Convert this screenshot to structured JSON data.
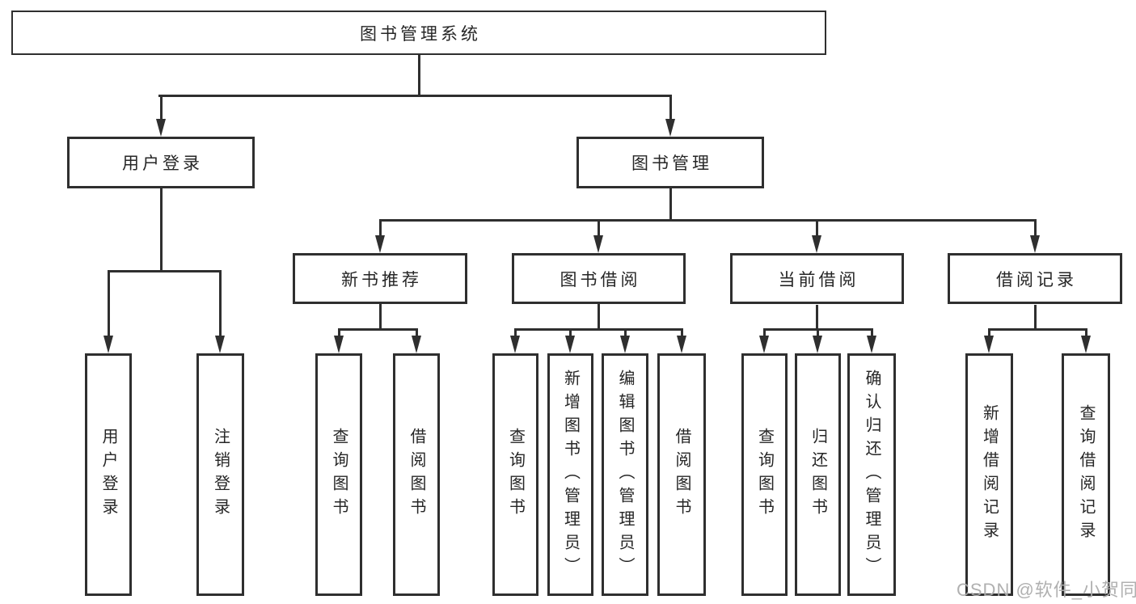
{
  "diagram": {
    "type": "tree",
    "title": "图书管理系统",
    "colors": {
      "line": "#2f2f2f",
      "text": "#262626",
      "background": "#ffffff",
      "watermark": "#acacac"
    },
    "root": {
      "label": "图书管理系统"
    },
    "branches": [
      {
        "label": "用户登录",
        "children": [
          {
            "label": "用户登录"
          },
          {
            "label": "注销登录"
          }
        ]
      },
      {
        "label": "图书管理",
        "children": [
          {
            "label": "新书推荐",
            "children": [
              {
                "label": "查询图书"
              },
              {
                "label": "借阅图书"
              }
            ]
          },
          {
            "label": "图书借阅",
            "children": [
              {
                "label": "查询图书"
              },
              {
                "label": "新增图书（管理员）"
              },
              {
                "label": "编辑图书（管理员）"
              },
              {
                "label": "借阅图书"
              }
            ]
          },
          {
            "label": "当前借阅",
            "children": [
              {
                "label": "查询图书"
              },
              {
                "label": "归还图书"
              },
              {
                "label": "确认归还（管理员）"
              }
            ]
          },
          {
            "label": "借阅记录",
            "children": [
              {
                "label": "新增借阅记录"
              },
              {
                "label": "查询借阅记录"
              }
            ]
          }
        ]
      }
    ],
    "watermark": {
      "text": "CSDN @软件_小贺同学"
    }
  }
}
